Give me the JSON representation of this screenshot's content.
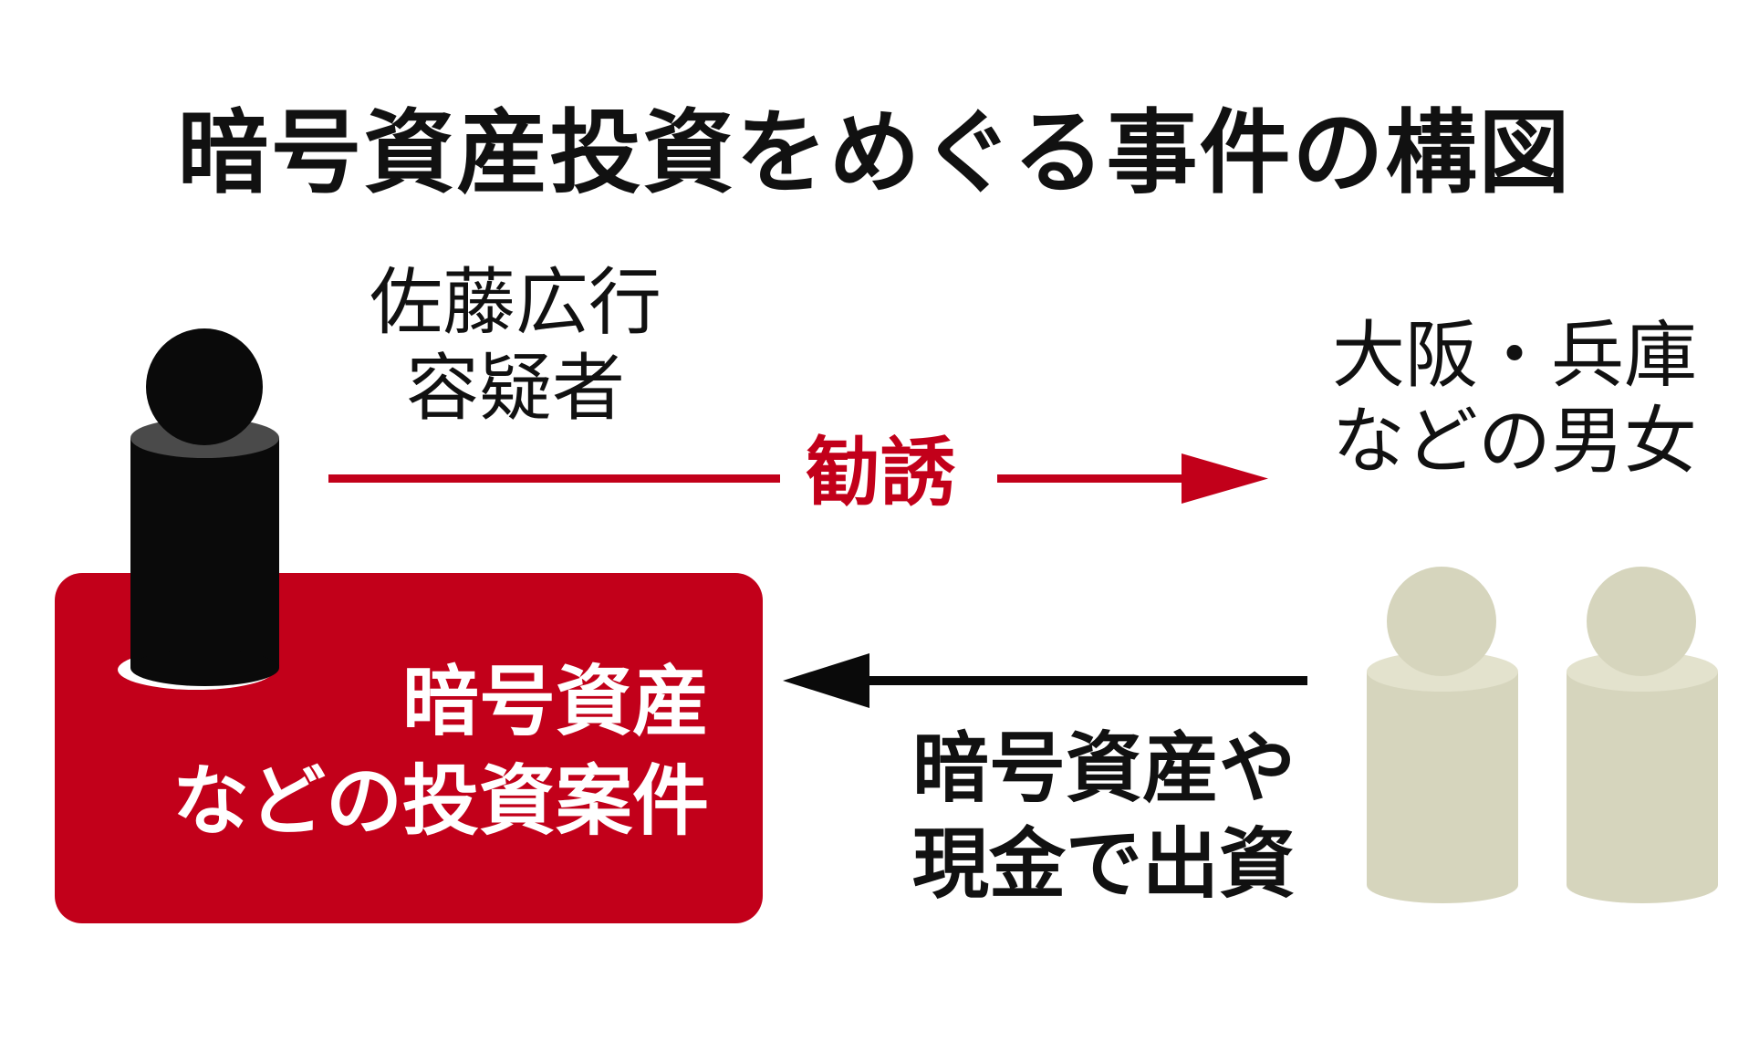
{
  "title": "暗号資産投資をめぐる事件の構図",
  "suspect": {
    "line1": "佐藤広行",
    "line2": "容疑者"
  },
  "victims": {
    "line1": "大阪・兵庫",
    "line2": "などの男女"
  },
  "solicitation_label": "勧誘",
  "scheme_box": {
    "line1": "暗号資産",
    "line2": "などの投資案件"
  },
  "investment_flow": {
    "line1": "暗号資産や",
    "line2": "現金で出資"
  },
  "colors": {
    "accent_red": "#c2001a",
    "suspect_figure": "#111111",
    "victim_figure": "#d6d5bd",
    "text": "#111111"
  }
}
